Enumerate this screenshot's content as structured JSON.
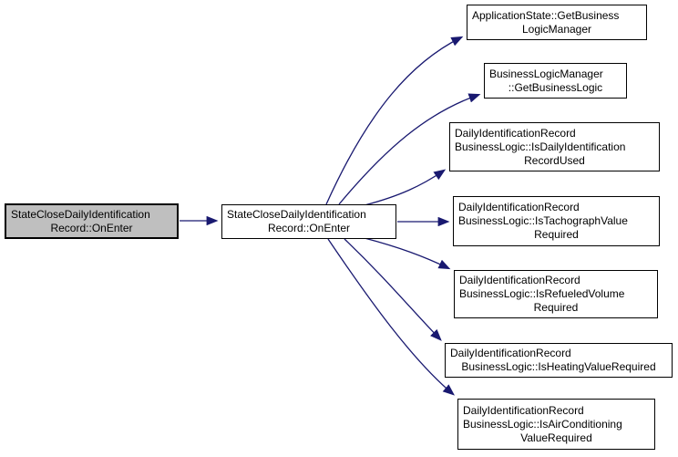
{
  "diagram": {
    "type": "call-graph",
    "colors": {
      "background": "#ffffff",
      "edge": "#191970",
      "node_border": "#000000",
      "node_fill": "#ffffff",
      "selected_node_fill": "#bfbfbf",
      "text": "#000000"
    },
    "nodes": [
      {
        "id": "caller-state-close-daily-identification-record-on-enter",
        "label": "StateCloseDailyIdentificationRecord::OnEnter",
        "lines": [
          "StateCloseDailyIdentification",
          "Record::OnEnter"
        ],
        "selected": true
      },
      {
        "id": "hub-state-close-daily-identification-record-on-enter",
        "label": "StateCloseDailyIdentificationRecord::OnEnter",
        "lines": [
          "StateCloseDailyIdentification",
          "Record::OnEnter"
        ],
        "selected": false
      },
      {
        "id": "get-business-logic-manager",
        "label": "ApplicationState::GetBusinessLogicManager",
        "lines": [
          "ApplicationState::GetBusiness",
          "LogicManager"
        ],
        "selected": false
      },
      {
        "id": "get-business-logic",
        "label": "BusinessLogicManager::GetBusinessLogic",
        "lines": [
          "BusinessLogicManager",
          "::GetBusinessLogic"
        ],
        "selected": false
      },
      {
        "id": "is-daily-identification-record-used",
        "label": "DailyIdentificationRecordBusinessLogic::IsDailyIdentificationRecordUsed",
        "lines": [
          "DailyIdentificationRecord",
          "BusinessLogic::IsDailyIdentification",
          "RecordUsed"
        ],
        "selected": false
      },
      {
        "id": "is-tachograph-value-required",
        "label": "DailyIdentificationRecordBusinessLogic::IsTachographValueRequired",
        "lines": [
          "DailyIdentificationRecord",
          "BusinessLogic::IsTachographValue",
          "Required"
        ],
        "selected": false
      },
      {
        "id": "is-refueled-volume-required",
        "label": "DailyIdentificationRecordBusinessLogic::IsRefueledVolumeRequired",
        "lines": [
          "DailyIdentificationRecord",
          "BusinessLogic::IsRefueledVolume",
          "Required"
        ],
        "selected": false
      },
      {
        "id": "is-heating-value-required",
        "label": "DailyIdentificationRecordBusinessLogic::IsHeatingValueRequired",
        "lines": [
          "DailyIdentificationRecord",
          "BusinessLogic::IsHeatingValueRequired"
        ],
        "selected": false
      },
      {
        "id": "is-air-conditioning-value-required",
        "label": "DailyIdentificationRecordBusinessLogic::IsAirConditioningValueRequired",
        "lines": [
          "DailyIdentificationRecord",
          "BusinessLogic::IsAirConditioning",
          "ValueRequired"
        ],
        "selected": false
      }
    ],
    "edges": [
      {
        "from": "caller-state-close-daily-identification-record-on-enter",
        "to": "hub-state-close-daily-identification-record-on-enter"
      },
      {
        "from": "hub-state-close-daily-identification-record-on-enter",
        "to": "get-business-logic-manager"
      },
      {
        "from": "hub-state-close-daily-identification-record-on-enter",
        "to": "get-business-logic"
      },
      {
        "from": "hub-state-close-daily-identification-record-on-enter",
        "to": "is-daily-identification-record-used"
      },
      {
        "from": "hub-state-close-daily-identification-record-on-enter",
        "to": "is-tachograph-value-required"
      },
      {
        "from": "hub-state-close-daily-identification-record-on-enter",
        "to": "is-refueled-volume-required"
      },
      {
        "from": "hub-state-close-daily-identification-record-on-enter",
        "to": "is-heating-value-required"
      },
      {
        "from": "hub-state-close-daily-identification-record-on-enter",
        "to": "is-air-conditioning-value-required"
      }
    ]
  }
}
